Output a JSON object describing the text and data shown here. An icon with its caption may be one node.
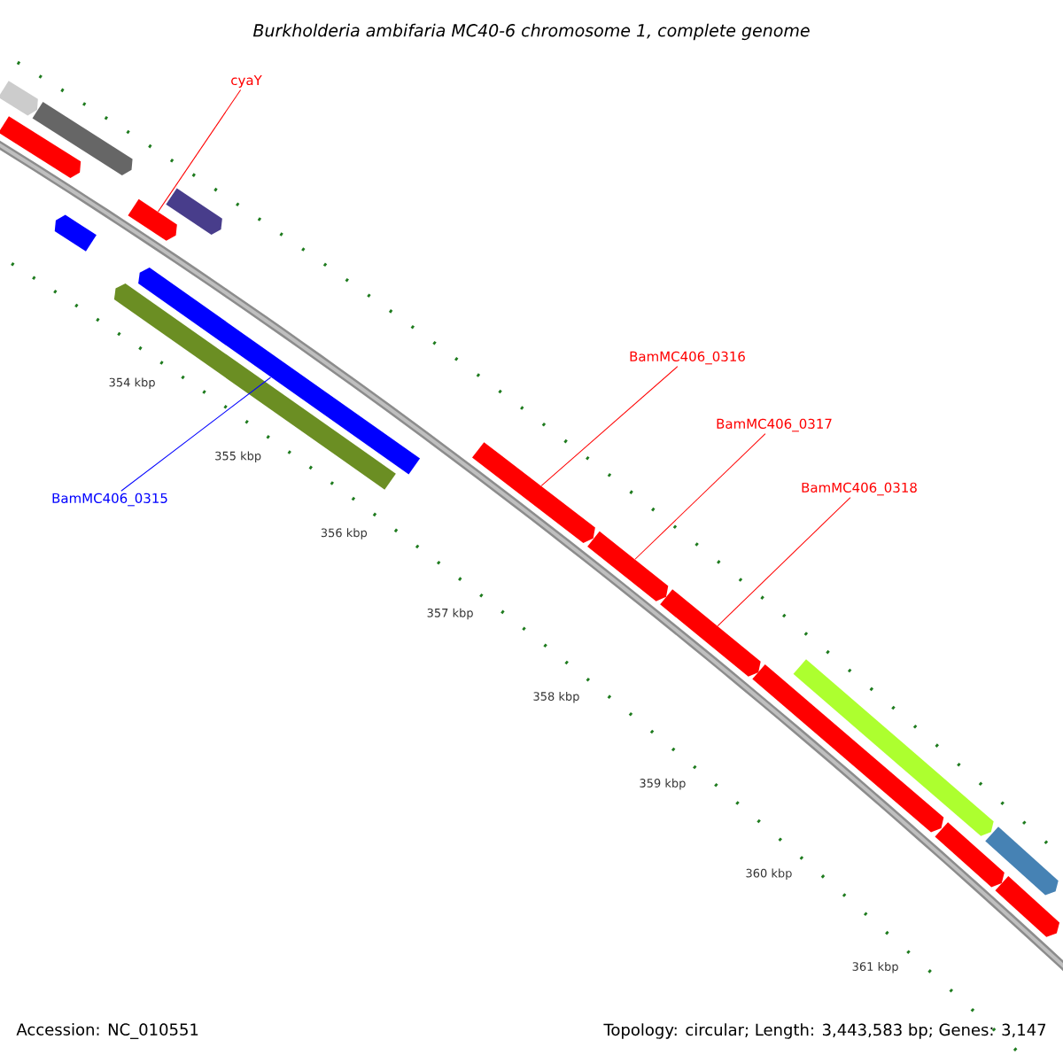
{
  "diagram": {
    "title": "Burkholderia ambifaria MC40-6 chromosome 1, complete genome",
    "nodes": [
      {
        "text": [],
        "shape": "arrow"
      },
      {
        "text": [],
        "shape": "arrow"
      },
      {
        "text": [],
        "shape": "arrow"
      },
      {
        "text": [
          "cyaY"
        ]
      },
      {
        "text": [],
        "shape": "arrow"
      },
      {
        "text": [],
        "shape": "arrow"
      },
      {
        "text": [],
        "shape": "arrow"
      },
      {
        "text": [],
        "shape": "arrow"
      },
      {
        "text": [],
        "shape": "arrow"
      },
      {
        "text": [
          "BamMC406_0315"
        ]
      },
      {
        "text": [
          "BamMC406_0316"
        ]
      },
      {
        "text": [],
        "shape": "arrow"
      },
      {
        "text": [
          "BamMC406_0317"
        ]
      },
      {
        "text": [],
        "shape": "arrow"
      },
      {
        "text": [
          "BamMC406_0318"
        ]
      },
      {
        "text": [],
        "shape": "arrow"
      },
      {
        "text": [],
        "shape": "arrow"
      },
      {
        "text": [],
        "shape": "arrow"
      },
      {
        "text": [],
        "shape": "arrow"
      },
      {
        "text": [],
        "shape": "arrow"
      },
      {
        "text": [],
        "shape": "arrow"
      }
    ],
    "edges": [
      {
        "from": 3,
        "to": 5,
        "arrow": "none"
      },
      {
        "from": 9,
        "to": 7,
        "arrow": "none",
        "color": "#0000ff"
      },
      {
        "from": 10,
        "to": 11,
        "arrow": "none"
      },
      {
        "from": 12,
        "to": 13,
        "arrow": "none"
      },
      {
        "from": 14,
        "to": 15,
        "arrow": "none"
      }
    ],
    "labels": [
      "354 kbp",
      "355 kbp",
      "356 kbp",
      "357 kbp",
      "358 kbp",
      "359 kbp",
      "360 kbp",
      "361 kbp",
      "Accession: NC_010551",
      "Topology: circular; Length: 3,443,583 bp; Genes: 3,147"
    ]
  }
}
